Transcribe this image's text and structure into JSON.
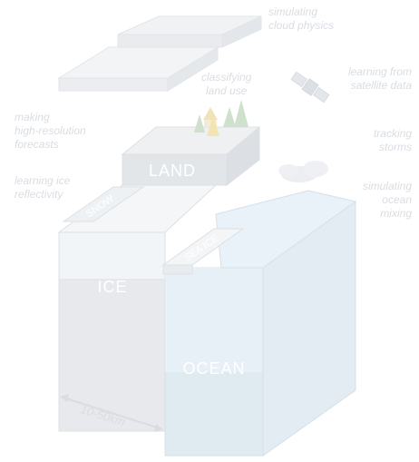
{
  "annotations": {
    "cloud_physics": [
      "simulating",
      "cloud physics"
    ],
    "land_use": [
      "classifying",
      "land use"
    ],
    "satellite": [
      "learning from",
      "satellite data"
    ],
    "forecasts": [
      "making",
      "high-resolution",
      "forecasts"
    ],
    "storms": [
      "tracking",
      "storms"
    ],
    "ice_reflectivity": [
      "learning ice",
      "reflectivity"
    ],
    "ocean_mixing": [
      "simulating",
      "ocean",
      "mixing"
    ]
  },
  "block_labels": {
    "land": "LAND",
    "ice": "ICE",
    "ocean": "OCEAN",
    "snow": "SNOW",
    "sea_ice": "SEA ICE"
  },
  "scale": "10-50km",
  "colors": {
    "label_text": "#d9dde2",
    "face_light": "#f4f5f7",
    "face_mid": "#eceef1",
    "face_dark": "#e3e6ea",
    "ocean_top": "#e4f0f7",
    "ocean_side": "#dfecf4",
    "tree": "#c9dcc7",
    "sun": "#f2e2a2"
  }
}
